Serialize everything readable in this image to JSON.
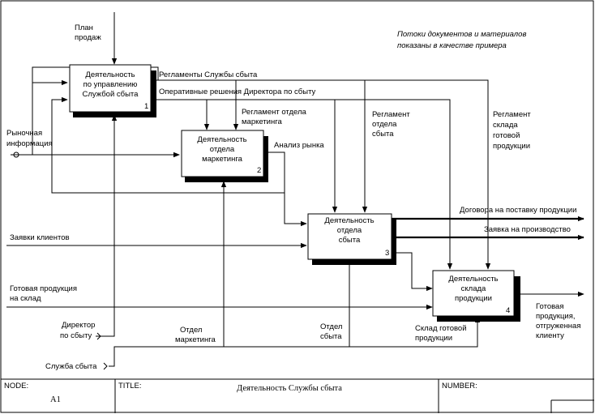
{
  "note": [
    "Потоки документов и материалов",
    "показаны в качестве примера"
  ],
  "boxes": [
    {
      "lines": [
        "Деятельность",
        "по управлению",
        "Службой сбыта"
      ],
      "num": "1"
    },
    {
      "lines": [
        "Деятельность",
        "отдела",
        "маркетинга"
      ],
      "num": "2"
    },
    {
      "lines": [
        "Деятельность",
        "отдела",
        "сбыта"
      ],
      "num": "3"
    },
    {
      "lines": [
        "Деятельность",
        "склада",
        "продукции"
      ],
      "num": "4"
    }
  ],
  "arrows": {
    "plan": [
      "План",
      "продаж"
    ],
    "reg_service": "Регламенты Службы сбыта",
    "oper_decisions": "Оперативные решения Директора по сбыту",
    "reg_marketing": [
      "Регламент отдела",
      "маркетинга"
    ],
    "reg_sales": [
      "Регламент",
      "отдела",
      "сбыта"
    ],
    "reg_warehouse": [
      "Регламент",
      "склада",
      "готовой",
      "продукции"
    ],
    "market_info": [
      "Рыночная",
      "информация"
    ],
    "market_analysis": "Анализ рынка",
    "client_requests": "Заявки клиентов",
    "finished_to_wh": [
      "Готовая продукция",
      "на склад"
    ],
    "supply_contracts": "Договора на поставку продукции",
    "production_req": "Заявка на производство",
    "finished_to_client": [
      "Готовая",
      "продукция,",
      "отгруженная",
      "клиенту"
    ],
    "director": [
      "Директор",
      "по сбыту"
    ],
    "service": "Служба сбыта",
    "mech_marketing": [
      "Отдел",
      "маркетинга"
    ],
    "mech_sales": [
      "Отдел",
      "сбыта"
    ],
    "mech_warehouse": [
      "Склад готовой",
      "продукции"
    ]
  },
  "footer": {
    "node_label": "NODE:",
    "node_value": "A1",
    "title_label": "TITLE:",
    "title_value": "Деятельность Службы сбыта",
    "number_label": "NUMBER:"
  }
}
